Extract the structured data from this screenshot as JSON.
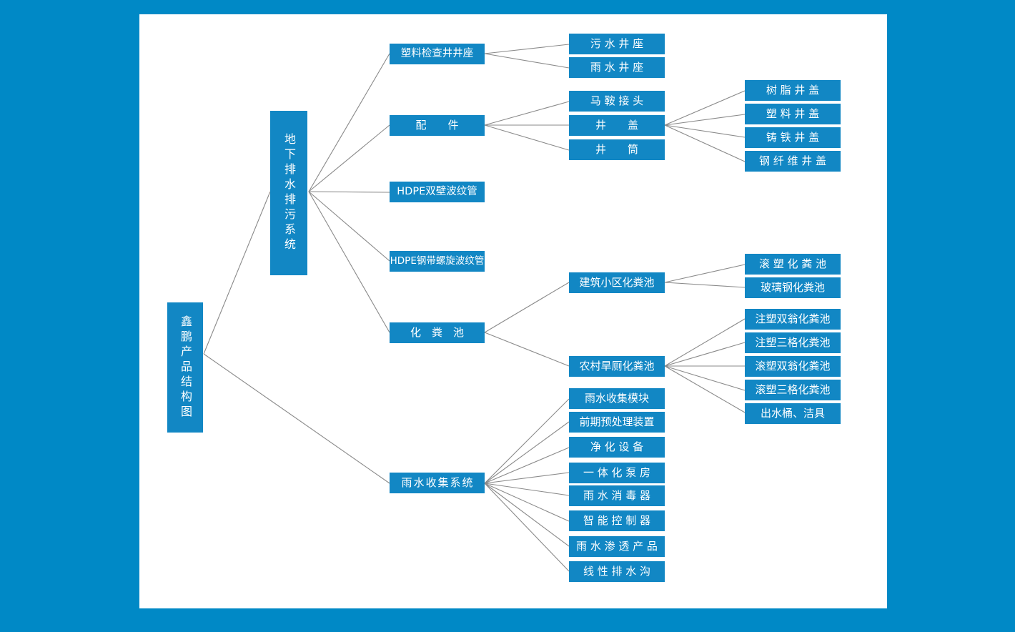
{
  "page": {
    "background_color": "#0089c6",
    "canvas_color": "#ffffff",
    "node_color": "#1287c4",
    "node_text_color": "#ffffff",
    "edge_color": "#8a8a8a"
  },
  "diagram": {
    "type": "tree",
    "title": "鑫鹏产品结构图",
    "orientation": "left-to-right",
    "root": {
      "id": "root",
      "label": "鑫鹏产品结构图",
      "orientation": "vertical"
    },
    "level1": [
      {
        "id": "l1-drainage",
        "label": "地下排水排污系统",
        "orientation": "vertical"
      },
      {
        "id": "l1-rainwater",
        "label": "雨水收集系统",
        "orientation": "horizontal"
      }
    ],
    "level2": [
      {
        "id": "l2-inspection-well",
        "label": "塑料检查井井座",
        "parent": "l1-drainage"
      },
      {
        "id": "l2-fittings",
        "label": "配　　件",
        "parent": "l1-drainage"
      },
      {
        "id": "l2-hdpe-double",
        "label": "HDPE双壁波纹管",
        "parent": "l1-drainage"
      },
      {
        "id": "l2-hdpe-steel",
        "label": "HDPE钢带螺旋波纹管",
        "parent": "l1-drainage"
      },
      {
        "id": "l2-septic",
        "label": "化　粪　池",
        "parent": "l1-drainage"
      }
    ],
    "level3": {
      "inspection_well_children": [
        {
          "id": "l3-sewage-base",
          "label": "污 水 井 座"
        },
        {
          "id": "l3-storm-base",
          "label": "雨 水 井 座"
        }
      ],
      "fittings_children": [
        {
          "id": "l3-saddle",
          "label": "马 鞍 接 头"
        },
        {
          "id": "l3-manhole-cover",
          "label": "井　　盖"
        },
        {
          "id": "l3-well-barrel",
          "label": "井　　筒"
        }
      ],
      "septic_children": [
        {
          "id": "l3-urban-septic",
          "label": "建筑小区化粪池"
        },
        {
          "id": "l3-rural-septic",
          "label": "农村旱厕化粪池"
        }
      ],
      "rainwater_children": [
        {
          "id": "l3-rw-module",
          "label": "雨水收集模块"
        },
        {
          "id": "l3-pretreatment",
          "label": "前期预处理装置"
        },
        {
          "id": "l3-purification",
          "label": "净 化 设 备"
        },
        {
          "id": "l3-pump-house",
          "label": "一 体 化 泵 房"
        },
        {
          "id": "l3-disinfector",
          "label": "雨 水 消 毒 器"
        },
        {
          "id": "l3-controller",
          "label": "智 能 控 制 器"
        },
        {
          "id": "l3-infiltration",
          "label": "雨 水 渗 透 产 品"
        },
        {
          "id": "l3-linear-drain",
          "label": "线 性 排 水 沟"
        }
      ]
    },
    "level4": {
      "manhole_cover_children": [
        {
          "id": "l4-resin-cover",
          "label": "树 脂 井 盖"
        },
        {
          "id": "l4-plastic-cover",
          "label": "塑 料 井 盖"
        },
        {
          "id": "l4-cast-iron-cover",
          "label": "铸 铁 井 盖"
        },
        {
          "id": "l4-steel-fiber-cover",
          "label": "钢 纤 维 井 盖"
        }
      ],
      "urban_septic_children": [
        {
          "id": "l4-rotomolded-septic",
          "label": "滚 塑 化 粪 池"
        },
        {
          "id": "l4-frp-septic",
          "label": "玻璃钢化粪池"
        }
      ],
      "rural_septic_children": [
        {
          "id": "l4-inj-double-jar",
          "label": "注塑双翁化粪池"
        },
        {
          "id": "l4-inj-three-grid",
          "label": "注塑三格化粪池"
        },
        {
          "id": "l4-roto-double-jar",
          "label": "滚塑双翁化粪池"
        },
        {
          "id": "l4-roto-three-grid",
          "label": "滚塑三格化粪池"
        },
        {
          "id": "l4-outlet-fixtures",
          "label": "出水桶、洁具"
        }
      ]
    }
  }
}
